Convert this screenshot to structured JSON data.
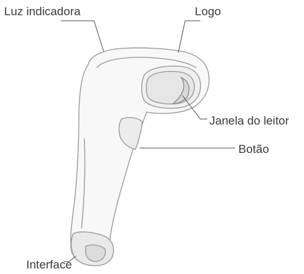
{
  "labels": {
    "indicator_light": "Luz indicadora",
    "logo": "Logo",
    "scan_window": "Janela do leitor",
    "button": "Botão",
    "interface": "Interface"
  },
  "colors": {
    "outline": "#9a9a9a",
    "leader": "#555555",
    "body_fill": "#f8f8f8",
    "window_fill": "#ececec"
  }
}
